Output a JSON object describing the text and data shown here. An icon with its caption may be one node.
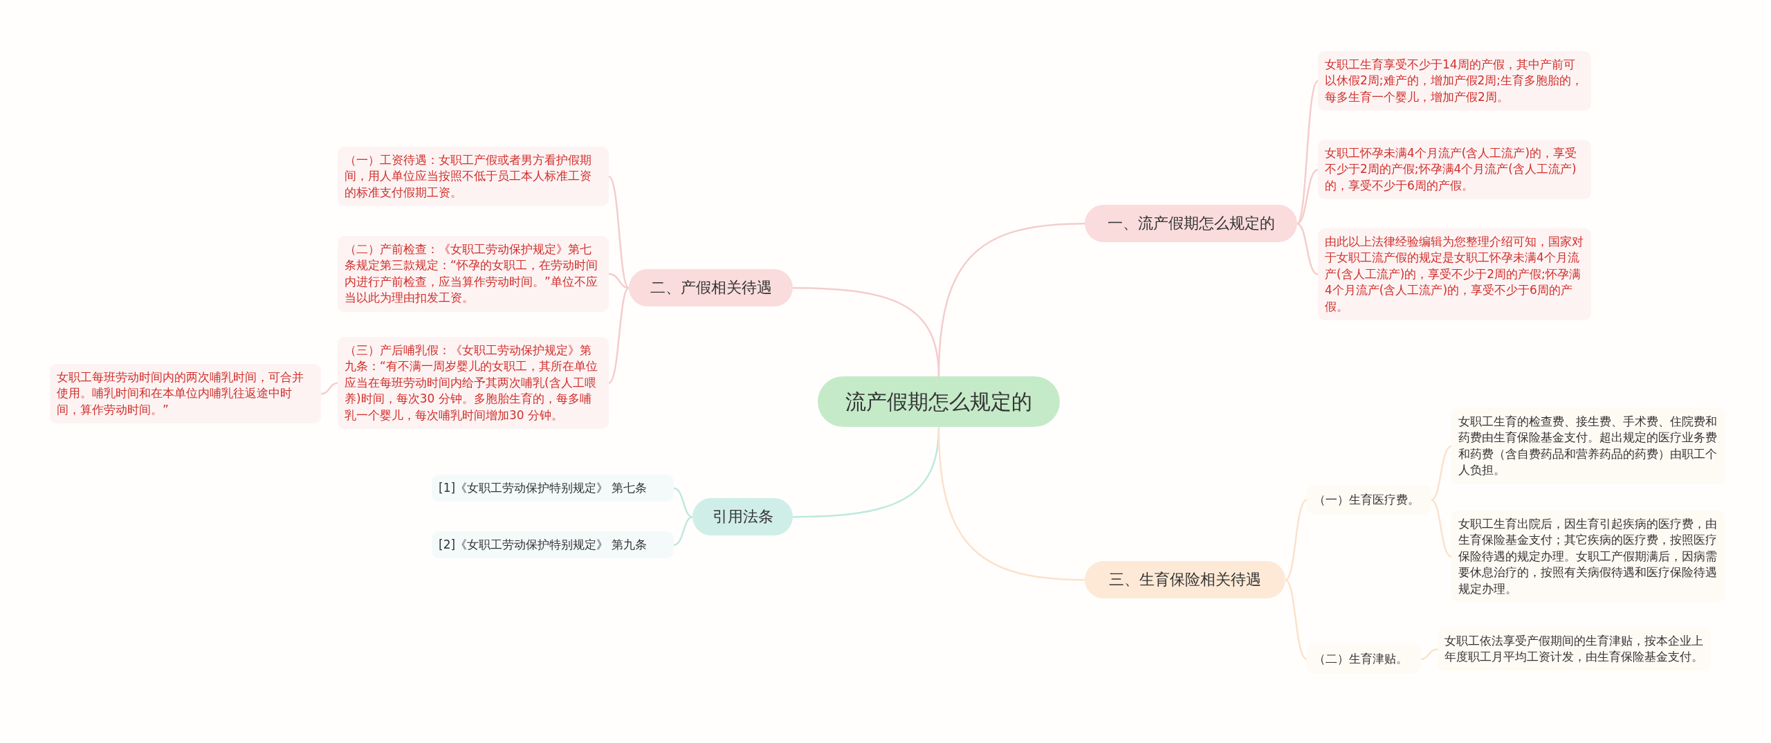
{
  "diagram": {
    "nodes": [
      {
        "text": [
          "流产假期怎么规定的"
        ]
      },
      {
        "text": [
          "一、流产假期怎么规定的"
        ]
      },
      {
        "text": [
          "女职工生育享受不少于14周的产假，其中产前可以休假2周;难产的，增加产假2周;生育多胞胎的，每多生育一个婴儿，增加产假2周。"
        ]
      },
      {
        "text": [
          "女职工怀孕未满4个月流产(含人工流产)的，享受不少于2周的产假;怀孕满4个月流产(含人工流产)的，享受不少于6周的产假。"
        ]
      },
      {
        "text": [
          "由此以上法律经验编辑为您整理介绍可知，国家对于女职工流产假的规定是女职工怀孕未满4个月流产(含人工流产)的，享受不少于2周的产假;怀孕满4个月流产(含人工流产)的，享受不少于6周的产假。"
        ]
      },
      {
        "text": [
          "二、产假相关待遇"
        ]
      },
      {
        "text": [
          "（一）工资待遇：女职工产假或者男方看护假期间，用人单位应当按照不低于员工本人标准工资的标准支付假期工资。"
        ]
      },
      {
        "text": [
          "（二）产前检查：《女职工劳动保护规定》第七条规定第三款规定：“怀孕的女职工，在劳动时间内进行产前检查，应当算作劳动时间。”单位不应当以此为理由扣发工资。"
        ]
      },
      {
        "text": [
          "（三）产后哺乳假：《女职工劳动保护规定》第九条：“有不满一周岁婴儿的女职工，其所在单位应当在每班劳动时间内给予其两次哺乳(含人工喂养)时间，每次30 分钟。多胞胎生育的，每多哺乳一个婴儿，每次哺乳时间增加30 分钟。"
        ]
      },
      {
        "text": [
          "女职工每班劳动时间内的两次哺乳时间，可合并使用。哺乳时间和在本单位内哺乳往返途中时间，算作劳动时间。”"
        ]
      },
      {
        "text": [
          "引用法条"
        ]
      },
      {
        "text": [
          "[1]《女职工劳动保护特别规定》 第七条"
        ]
      },
      {
        "text": [
          "[2]《女职工劳动保护特别规定》 第九条"
        ]
      },
      {
        "text": [
          "三、生育保险相关待遇"
        ]
      },
      {
        "text": [
          "（一）生育医疗费。"
        ]
      },
      {
        "text": [
          "女职工生育的检查费、接生费、手术费、住院费和药费由生育保险基金支付。超出规定的医疗业务费和药费（含自费药品和营养药品的药费）由职工个人负担。"
        ]
      },
      {
        "text": [
          "女职工生育出院后，因生育引起疾病的医疗费，由生育保险基金支付；其它疾病的医疗费，按照医疗保险待遇的规定办理。女职工产假期满后，因病需要休息治疗的，按照有关病假待遇和医疗保险待遇规定办理。"
        ]
      },
      {
        "text": [
          "（二）生育津贴。"
        ]
      },
      {
        "text": [
          "女职工依法享受产假期间的生育津贴，按本企业上年度职工月平均工资计发，由生育保险基金支付。"
        ]
      }
    ],
    "edges": [
      {
        "from": 0,
        "to": 1,
        "arrow": "none",
        "color": "#f5cccc"
      },
      {
        "from": 1,
        "to": 2,
        "arrow": "none",
        "color": "#f5cccc"
      },
      {
        "from": 1,
        "to": 3,
        "arrow": "none",
        "color": "#f5cccc"
      },
      {
        "from": 1,
        "to": 4,
        "arrow": "none",
        "color": "#f5cccc"
      },
      {
        "from": 0,
        "to": 5,
        "arrow": "none",
        "color": "#f5cccc"
      },
      {
        "from": 5,
        "to": 6,
        "arrow": "none",
        "color": "#f5cccc"
      },
      {
        "from": 5,
        "to": 7,
        "arrow": "none",
        "color": "#f5cccc"
      },
      {
        "from": 5,
        "to": 8,
        "arrow": "none",
        "color": "#f5cccc"
      },
      {
        "from": 8,
        "to": 9,
        "arrow": "none",
        "color": "#f5cccc"
      },
      {
        "from": 0,
        "to": 10,
        "arrow": "none",
        "color": "#bfe8df"
      },
      {
        "from": 10,
        "to": 11,
        "arrow": "none",
        "color": "#bfe8df"
      },
      {
        "from": 10,
        "to": 12,
        "arrow": "none",
        "color": "#bfe8df"
      },
      {
        "from": 0,
        "to": 13,
        "arrow": "none",
        "color": "#fbe2cb"
      },
      {
        "from": 13,
        "to": 14,
        "arrow": "none",
        "color": "#fbe2cb"
      },
      {
        "from": 14,
        "to": 15,
        "arrow": "none",
        "color": "#fbe2cb"
      },
      {
        "from": 14,
        "to": 16,
        "arrow": "none",
        "color": "#fbe2cb"
      },
      {
        "from": 13,
        "to": 17,
        "arrow": "none",
        "color": "#fbe2cb"
      },
      {
        "from": 17,
        "to": 18,
        "arrow": "none",
        "color": "#fbe2cb"
      }
    ]
  }
}
